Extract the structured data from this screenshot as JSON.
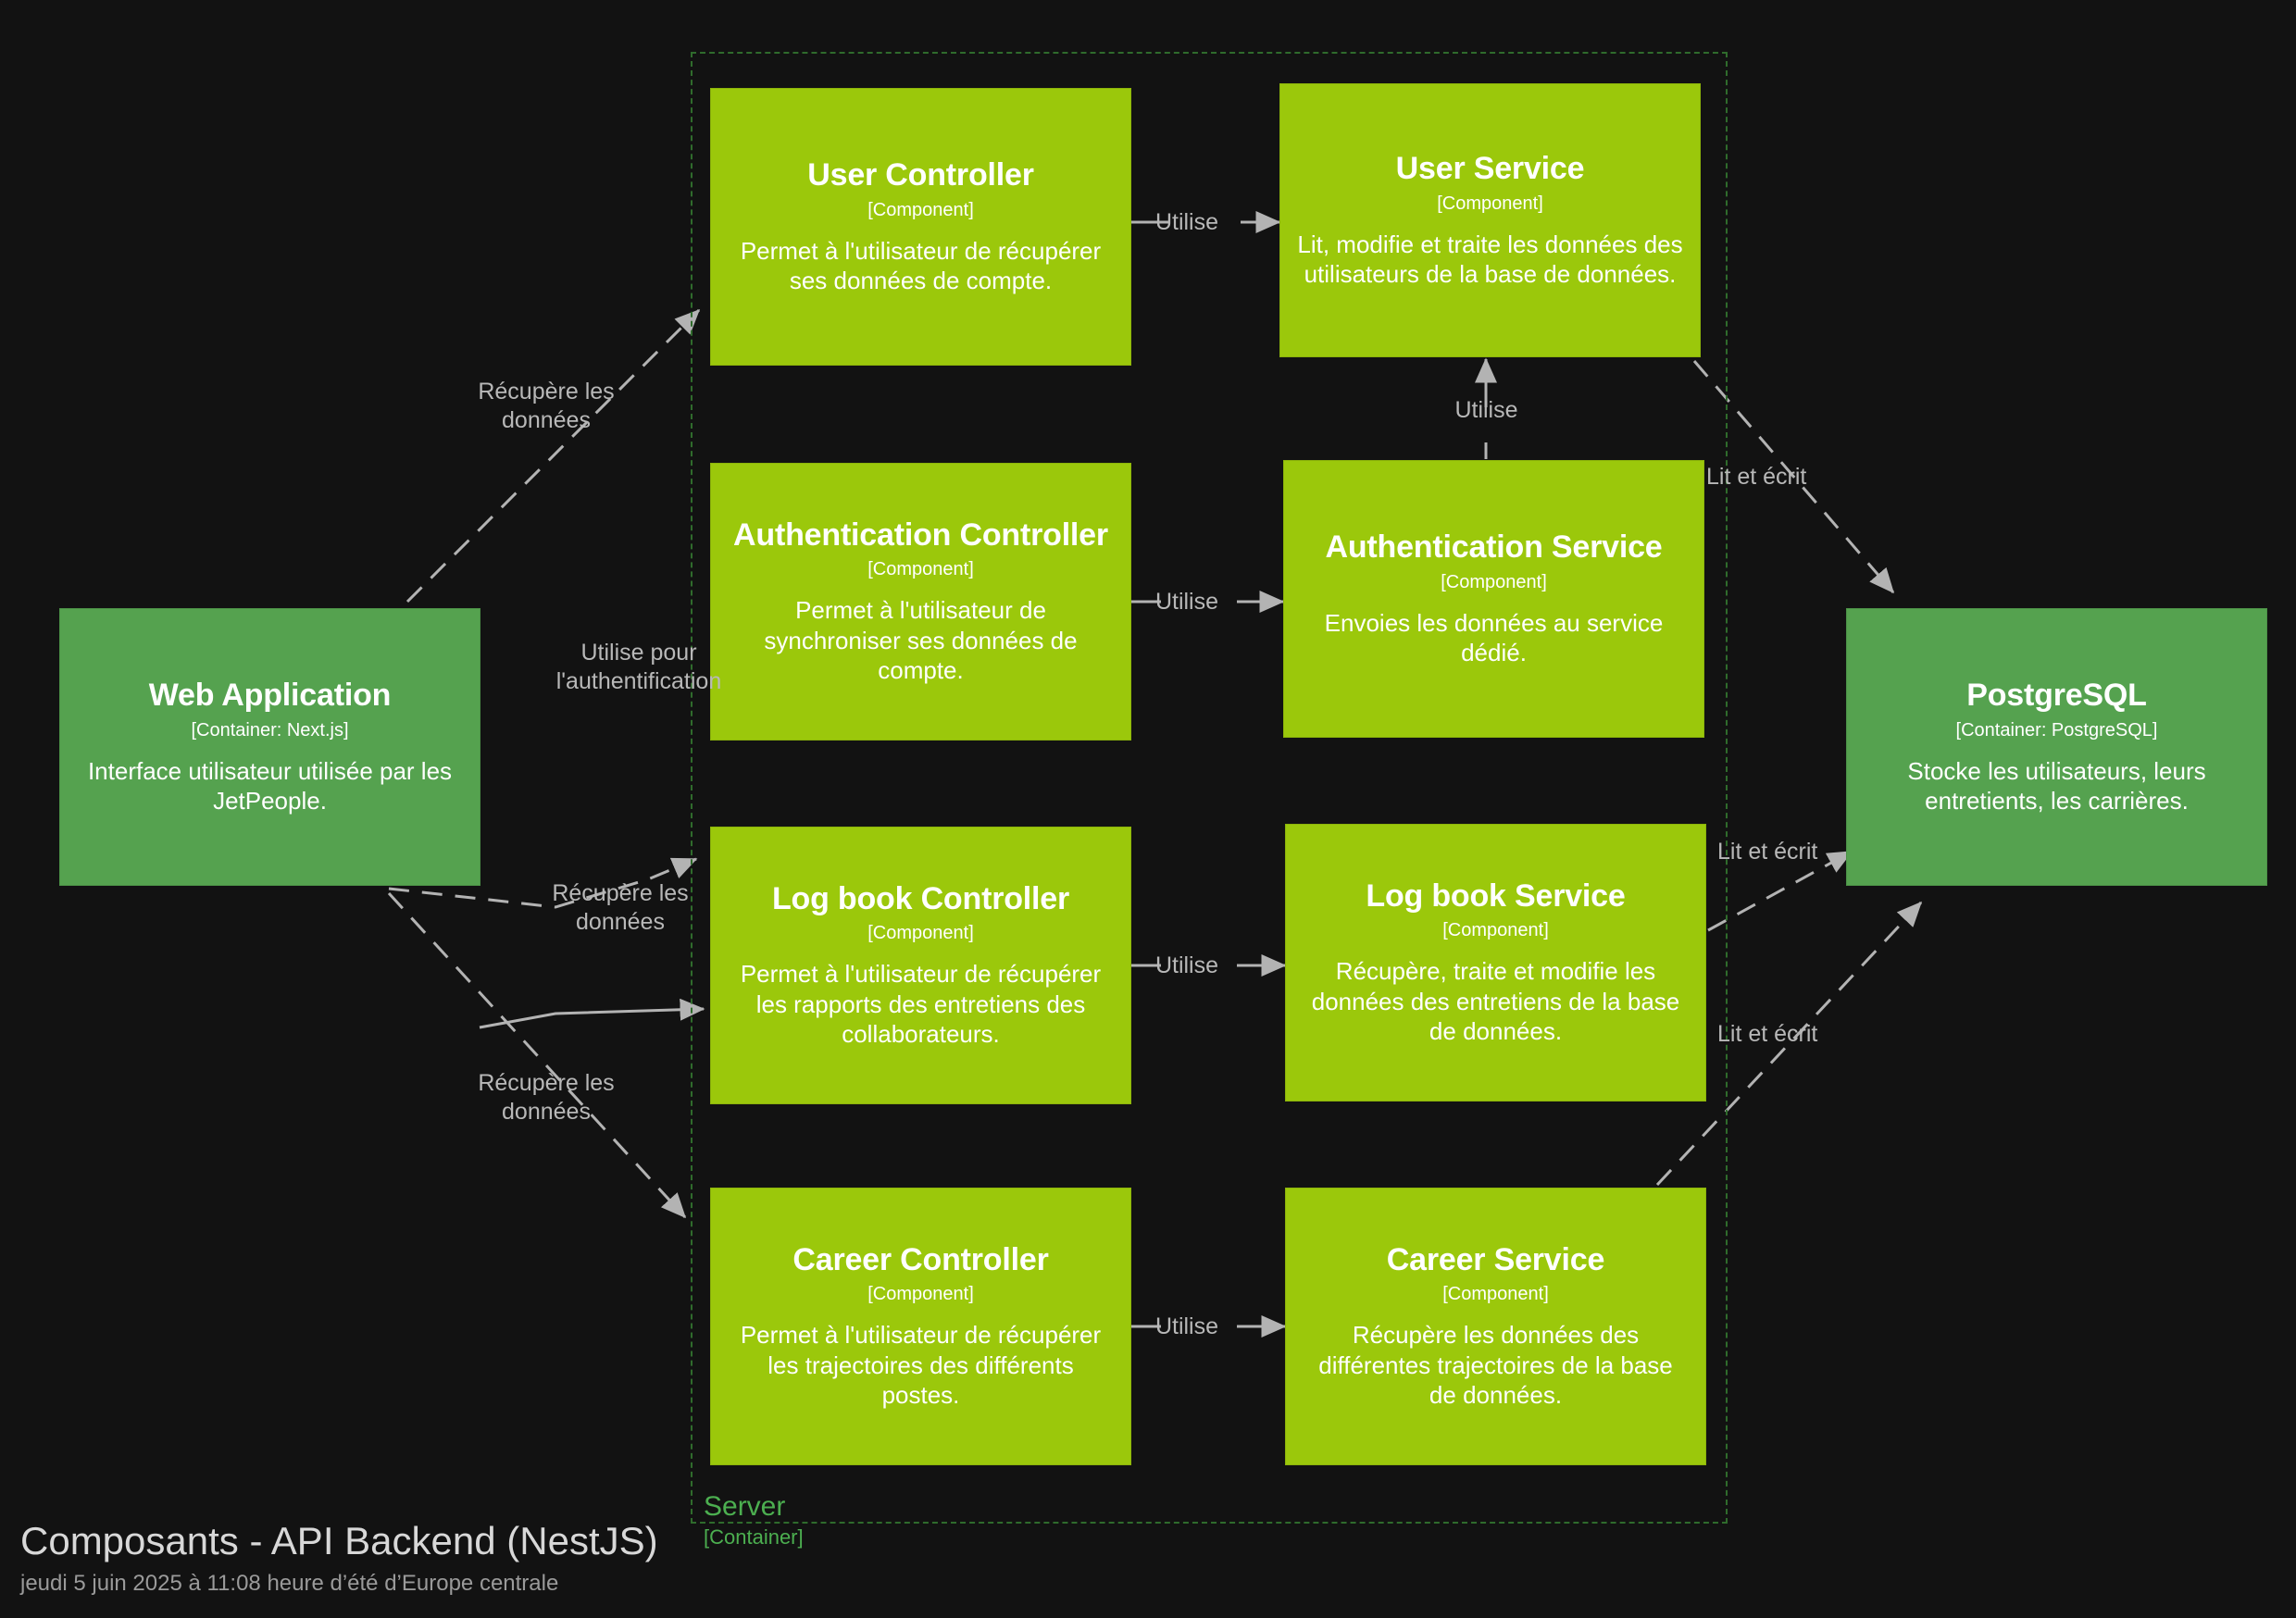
{
  "diagram": {
    "title": "Composants - API Backend (NestJS)",
    "subtitle": "jeudi 5 juin 2025 à 11:08 heure d’été d’Europe centrale",
    "background_color": "#121212",
    "component_color": "#9bc80b",
    "container_color": "#55a24f",
    "boundary_color": "#2f6b2c",
    "edge_color": "#b3b3b3"
  },
  "boundary": {
    "name": "Server",
    "tech": "[Container]"
  },
  "nodes": [
    {
      "id": "web-application",
      "title": "Web Application",
      "tech": "[Container: Next.js]",
      "desc": "Interface utilisateur utilisée par les JetPeople.",
      "kind": "container"
    },
    {
      "id": "user-controller",
      "title": "User Controller",
      "tech": "[Component]",
      "desc": "Permet à l'utilisateur de récupérer ses données de compte.",
      "kind": "component"
    },
    {
      "id": "user-service",
      "title": "User Service",
      "tech": "[Component]",
      "desc": "Lit, modifie et traite les données des utilisateurs de la base de données.",
      "kind": "component"
    },
    {
      "id": "authentication-controller",
      "title": "Authentication Controller",
      "tech": "[Component]",
      "desc": "Permet à l'utilisateur de synchroniser ses données de compte.",
      "kind": "component"
    },
    {
      "id": "authentication-service",
      "title": "Authentication Service",
      "tech": "[Component]",
      "desc": "Envoies les données au service dédié.",
      "kind": "component"
    },
    {
      "id": "log-book-controller",
      "title": "Log book Controller",
      "tech": "[Component]",
      "desc": "Permet à l'utilisateur de récupérer les rapports des entretiens des collaborateurs.",
      "kind": "component"
    },
    {
      "id": "log-book-service",
      "title": "Log book Service",
      "tech": "[Component]",
      "desc": "Récupère, traite et modifie les données des entretiens de la base de données.",
      "kind": "component"
    },
    {
      "id": "career-controller",
      "title": "Career Controller",
      "tech": "[Component]",
      "desc": "Permet à l'utilisateur de récupérer les trajectoires des différents postes.",
      "kind": "component"
    },
    {
      "id": "career-service",
      "title": "Career Service",
      "tech": "[Component]",
      "desc": "Récupère les données des différentes trajectoires de la base de données.",
      "kind": "component"
    },
    {
      "id": "postgresql",
      "title": "PostgreSQL",
      "tech": "[Container: PostgreSQL]",
      "desc": "Stocke les utilisateurs, leurs entretients, les carrières.",
      "kind": "container"
    }
  ],
  "edges": [
    {
      "id": "web-to-user-controller",
      "from": "web-application",
      "to": "user-controller",
      "label": "Récupère les\ndonnées"
    },
    {
      "id": "web-to-auth-controller",
      "from": "web-application",
      "to": "authentication-controller",
      "label": "Utilise pour\nl'authentification"
    },
    {
      "id": "web-to-logbook-controller",
      "from": "web-application",
      "to": "log-book-controller",
      "label": "Récupère les\ndonnées"
    },
    {
      "id": "web-to-career-controller",
      "from": "web-application",
      "to": "career-controller",
      "label": "Récupère les\ndonnées"
    },
    {
      "id": "user-controller-to-user-service",
      "from": "user-controller",
      "to": "user-service",
      "label": "Utilise"
    },
    {
      "id": "auth-controller-to-auth-service",
      "from": "authentication-controller",
      "to": "authentication-service",
      "label": "Utilise"
    },
    {
      "id": "logbook-controller-to-logbook-service",
      "from": "log-book-controller",
      "to": "log-book-service",
      "label": "Utilise"
    },
    {
      "id": "career-controller-to-career-service",
      "from": "career-controller",
      "to": "career-service",
      "label": "Utilise"
    },
    {
      "id": "auth-service-to-user-service",
      "from": "authentication-service",
      "to": "user-service",
      "label": "Utilise"
    },
    {
      "id": "user-service-to-postgresql",
      "from": "user-service",
      "to": "postgresql",
      "label": "Lit et écrit"
    },
    {
      "id": "logbook-service-to-postgresql",
      "from": "log-book-service",
      "to": "postgresql",
      "label": "Lit et écrit"
    },
    {
      "id": "career-service-to-postgresql",
      "from": "career-service",
      "to": "postgresql",
      "label": "Lit et écrit"
    }
  ]
}
